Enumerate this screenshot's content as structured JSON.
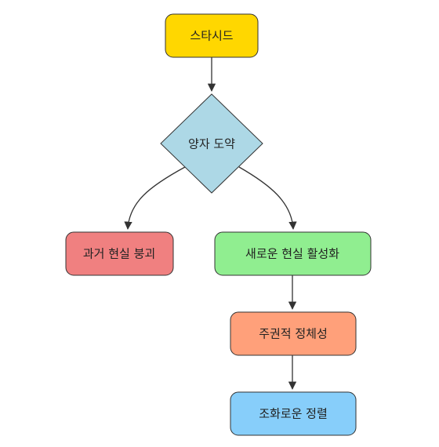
{
  "diagram": {
    "nodes": {
      "start": {
        "label": "스타시드",
        "fill": "#FFD700"
      },
      "decision": {
        "label": "양자 도약",
        "fill": "#ADD8E6"
      },
      "collapse": {
        "label": "과거 현실 붕괴",
        "fill": "#F08080"
      },
      "activate": {
        "label": "새로운 현실 활성화",
        "fill": "#90EE90"
      },
      "identity": {
        "label": "주권적 정체성",
        "fill": "#FFA07A"
      },
      "align": {
        "label": "조화로운 정렬",
        "fill": "#87CEFA"
      }
    },
    "edges": [
      {
        "from": "start",
        "to": "decision"
      },
      {
        "from": "decision",
        "to": "collapse"
      },
      {
        "from": "decision",
        "to": "activate"
      },
      {
        "from": "activate",
        "to": "identity"
      },
      {
        "from": "identity",
        "to": "align"
      }
    ],
    "stroke_color": "#333333"
  }
}
